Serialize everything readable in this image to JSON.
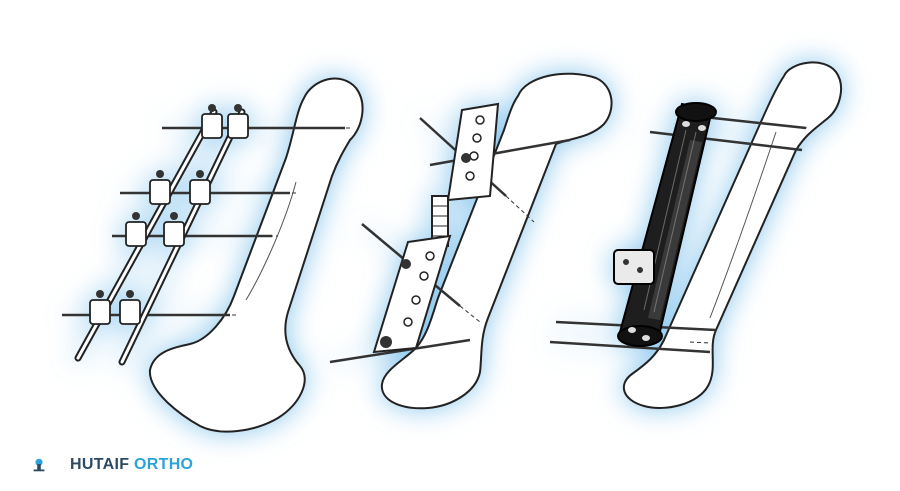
{
  "brand": {
    "logo_icon": "bone-logo-icon",
    "word_1": "HUTAIF",
    "word_2": "ORTHO",
    "color_dark": "#2c4a63",
    "color_accent": "#2aa3d9"
  },
  "figure": {
    "glow_color": "#8ccbf0",
    "panels": [
      {
        "icon": "pin-and-rod-fixator-illustration"
      },
      {
        "icon": "plate-bar-fixator-illustration"
      },
      {
        "icon": "cylindrical-fixator-illustration"
      }
    ]
  }
}
